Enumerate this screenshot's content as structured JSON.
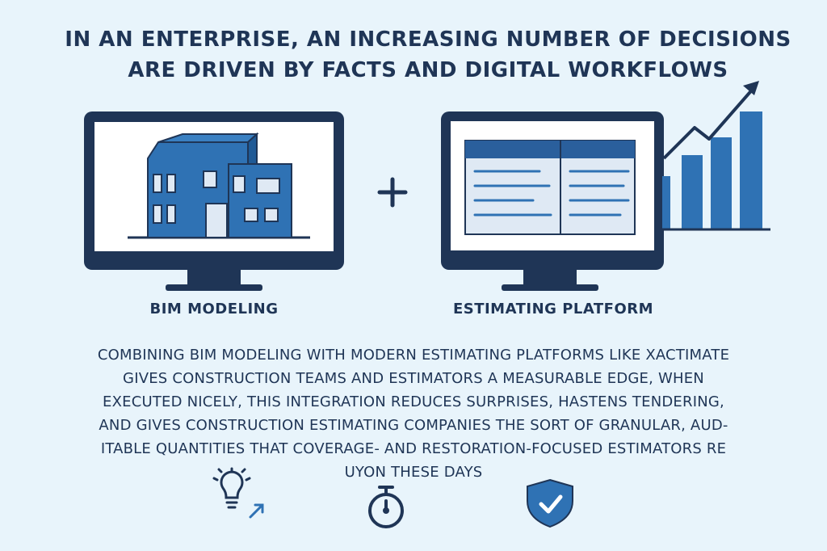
{
  "headline": {
    "line1": "IN AN ENTERPRISE, AN INCREASING NUMBER OF DECISIONS",
    "line2": "ARE DRIVEN BY FACTS AND DIGITAL WORKFLOWS"
  },
  "captions": {
    "left": "BIM MODELING",
    "right": "ESTIMATING PLATFORM"
  },
  "body": {
    "lines": [
      "COMBINING BIM MODELING WITH MODERN ESTIMATING PLATFORMS LIKE XACTIMATE",
      "GIVES CONSTRUCTION TEAMS AND ESTIMATORS A MEASURABLE EDGE, WHEN",
      "EXECUTED NICELY, THIS INTEGRATION REDUCES SURPRISES, HASTENS TENDERING,",
      "AND GIVES CONSTRUCTION ESTIMATING COMPANIES THE SORT OF GRANULAR, AUD-",
      "ITABLE QUANTITIES THAT COVERAGE- AND RESTORATION-FOCUSED ESTIMATORS RE",
      "UYON THESE DAYS"
    ]
  },
  "icons": [
    "building-icon",
    "plus-icon",
    "spreadsheet-icon",
    "growth-chart-icon",
    "lightbulb-icon",
    "stopwatch-icon",
    "shield-check-icon"
  ],
  "colors": {
    "background": "#e8f4fb",
    "navy": "#1f3556",
    "blue": "#2f72b4",
    "light_blue": "#dfe9f4"
  }
}
